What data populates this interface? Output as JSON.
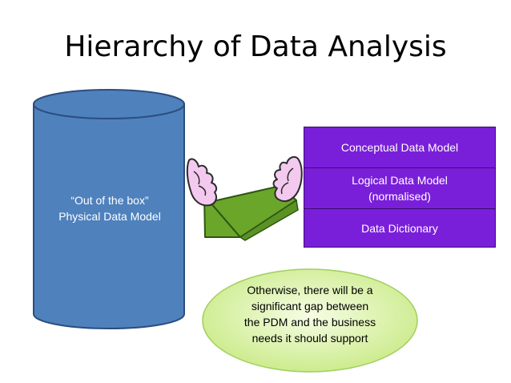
{
  "slide": {
    "title": "Hierarchy of Data Analysis"
  },
  "cylinder": {
    "line1": "“Out of the box”",
    "line2": "Physical Data Model"
  },
  "stack": {
    "items": [
      {
        "label": "Conceptual Data Model"
      },
      {
        "line1": "Logical Data Model",
        "line2": "(normalised)"
      },
      {
        "label": "Data Dictionary"
      }
    ]
  },
  "callout": {
    "lines": [
      "Otherwise, there will be a",
      "significant gap between",
      "the PDM and the business",
      "needs it should support"
    ]
  },
  "colors": {
    "cylinder_fill": "#4f81bd",
    "stack_fill": "#7a1fd9",
    "callout_fill": "#e6f7c2",
    "sleeve_fill": "#6aa62a",
    "glove_fill": "#f4c9ef"
  }
}
